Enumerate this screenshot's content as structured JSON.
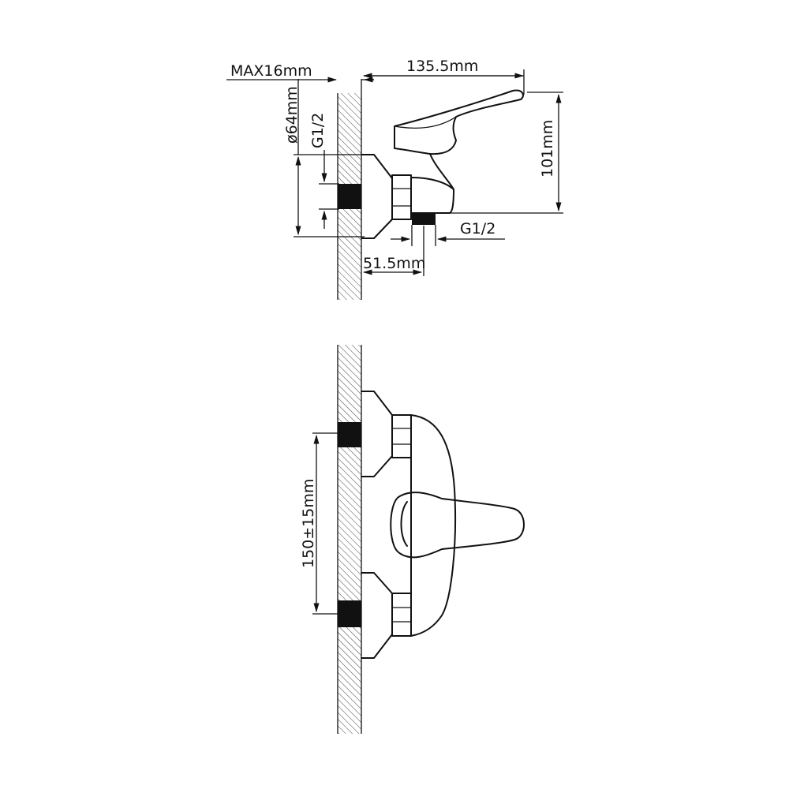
{
  "dimensions": {
    "max_depth": "MAX16mm",
    "total_reach": "135.5mm",
    "flange_diameter": "ø64mm",
    "inlet_thread": "G1/2",
    "height": "101mm",
    "outlet_thread": "G1/2",
    "outlet_offset": "51.5mm",
    "inlet_spacing": "150±15mm"
  },
  "colors": {
    "line": "#111111",
    "fill": "#111111",
    "hatch": "#444444",
    "background": "#ffffff"
  }
}
